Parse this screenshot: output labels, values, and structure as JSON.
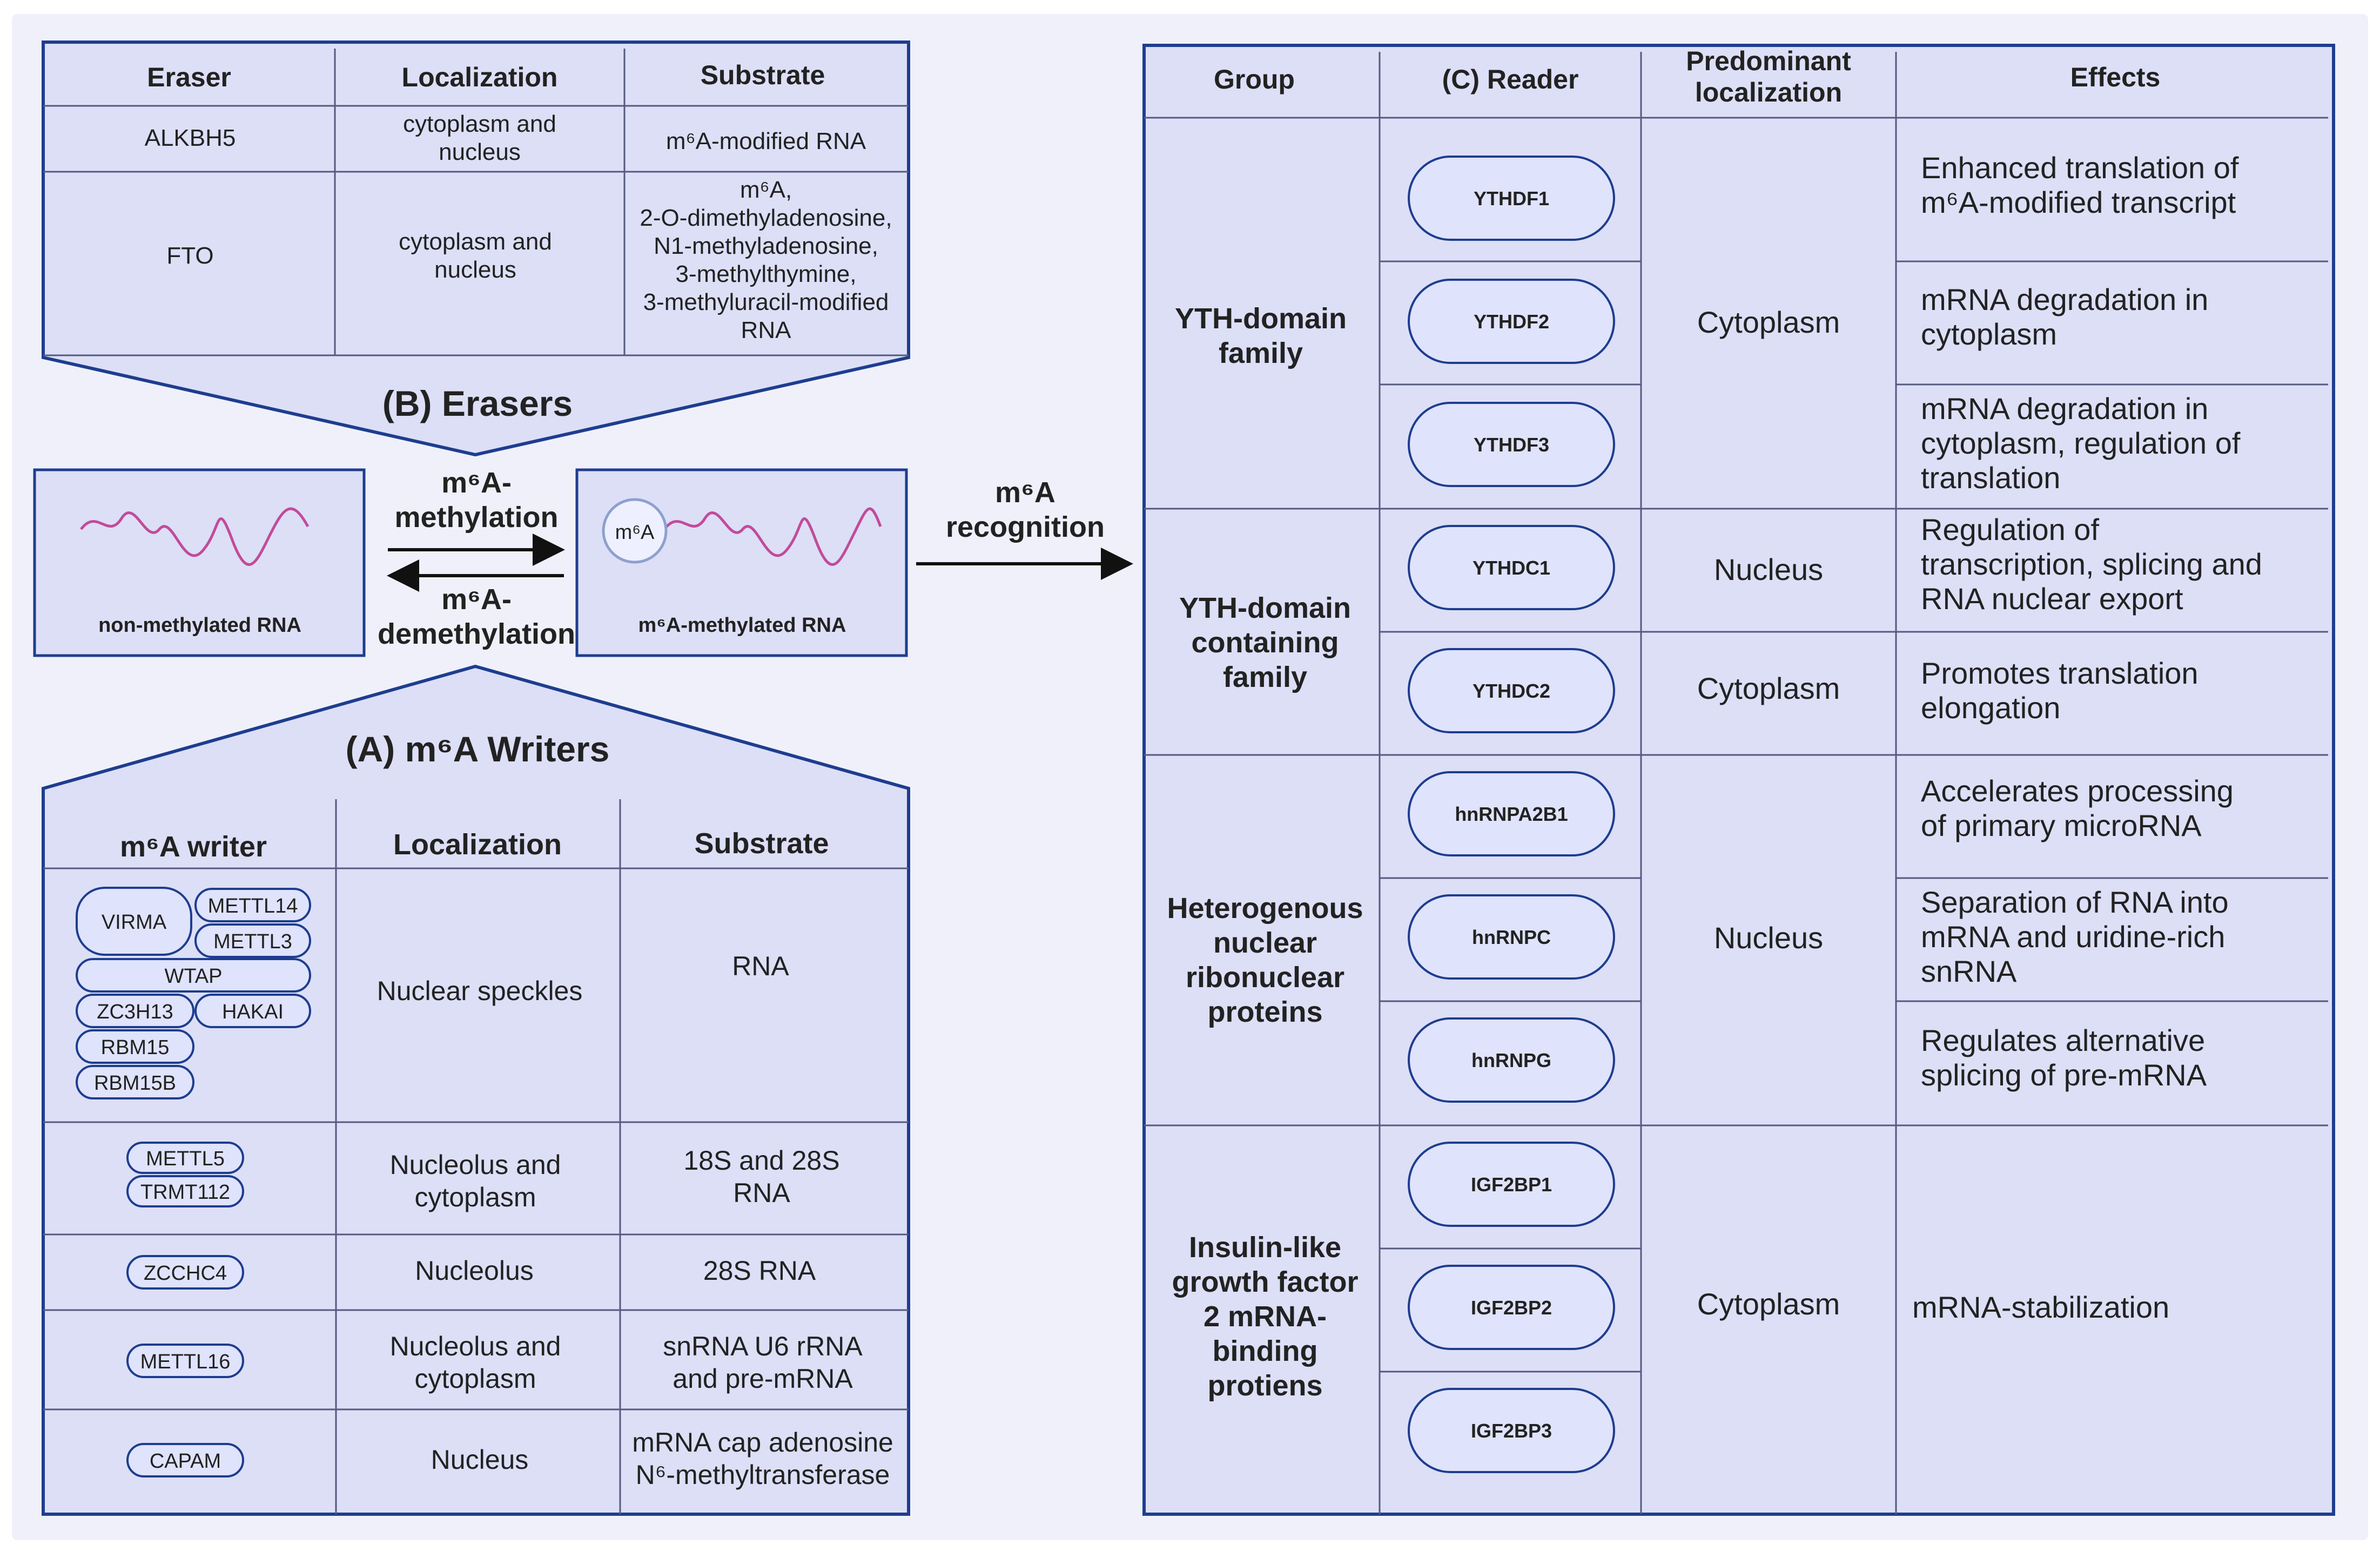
{
  "erasers": {
    "title": "(B) Erasers",
    "columns": [
      "Eraser",
      "Localization",
      "Substrate"
    ],
    "rows": [
      {
        "eraser": "ALKBH5",
        "localization": [
          "cytoplasm and",
          "nucleus"
        ],
        "substrate": [
          "m⁶A-modified RNA"
        ]
      },
      {
        "eraser": "FTO",
        "localization": [
          "cytoplasm and",
          "nucleus"
        ],
        "substrate": [
          "m⁶A,",
          "2-O-dimethyladenosine,",
          "N1-methyladenosine,",
          "3-methylthymine,",
          "3-methyluracil-modified",
          "RNA"
        ]
      }
    ]
  },
  "process": {
    "unmethylated_label": "non-methylated RNA",
    "methylated_label": "m⁶A-methylated RNA",
    "m6a_badge": "m⁶A",
    "methylation_label": [
      "m⁶A-",
      "methylation"
    ],
    "demethylation_label": [
      "m⁶A-",
      "demethylation"
    ],
    "recognition_label": [
      "m⁶A",
      "recognition"
    ]
  },
  "writers": {
    "title": "(A) m⁶A Writers",
    "columns": [
      "m⁶A writer",
      "Localization",
      "Substrate"
    ],
    "rows": [
      {
        "complex": [
          "VIRMA",
          "METTL14",
          "METTL3",
          "WTAP",
          "ZC3H13",
          "HAKAI",
          "RBM15",
          "RBM15B"
        ],
        "localization": [
          "Nuclear speckles"
        ],
        "substrate": [
          "RNA"
        ]
      },
      {
        "complex": [
          "METTL5",
          "TRMT112"
        ],
        "localization": [
          "Nucleolus and",
          "cytoplasm"
        ],
        "substrate": [
          "18S and 28S",
          "RNA"
        ]
      },
      {
        "complex": [
          "ZCCHC4"
        ],
        "localization": [
          "Nucleolus"
        ],
        "substrate": [
          "28S RNA"
        ]
      },
      {
        "complex": [
          "METTL16"
        ],
        "localization": [
          "Nucleolus and",
          "cytoplasm"
        ],
        "substrate": [
          "snRNA U6 rRNA",
          "and pre-mRNA"
        ]
      },
      {
        "complex": [
          "CAPAM"
        ],
        "localization": [
          "Nucleus"
        ],
        "substrate": [
          "mRNA cap adenosine",
          "N⁶-methyltransferase"
        ]
      }
    ]
  },
  "readers": {
    "columns": [
      "Group",
      "(C) Reader",
      [
        "Predominant",
        "localization"
      ],
      "Effects"
    ],
    "groups": [
      {
        "name": [
          "YTH-domain",
          "family"
        ]
      },
      {
        "name": [
          "YTH-domain",
          "containing",
          "family"
        ]
      },
      {
        "name": [
          "Heterogenous",
          "nuclear",
          "ribonuclear",
          "proteins"
        ]
      },
      {
        "name": [
          "Insulin-like",
          "growth factor",
          "2 mRNA-",
          "binding",
          "protiens"
        ]
      }
    ],
    "readers": [
      "YTHDF1",
      "YTHDF2",
      "YTHDF3",
      "YTHDC1",
      "YTHDC2",
      "hnRNPA2B1",
      "hnRNPC",
      "hnRNPG",
      "IGF2BP1",
      "IGF2BP2",
      "IGF2BP3"
    ],
    "localizations": [
      "Cytoplasm",
      "Nucleus",
      "Cytoplasm",
      "Nucleus",
      "Cytoplasm"
    ],
    "effects": [
      [
        "Enhanced translation of",
        "m⁶A-modified transcript"
      ],
      [
        "mRNA degradation in",
        "cytoplasm"
      ],
      [
        "mRNA degradation in",
        "cytoplasm, regulation of",
        "translation"
      ],
      [
        "Regulation of",
        "transcription, splicing and",
        "RNA nuclear export"
      ],
      [
        "Promotes translation",
        "elongation"
      ],
      [
        "Accelerates processing",
        "of primary microRNA"
      ],
      [
        "Separation of RNA into",
        "mRNA and uridine-rich",
        "snRNA"
      ],
      [
        "Regulates alternative",
        "splicing of pre-mRNA"
      ],
      [
        "mRNA-stabilization"
      ]
    ]
  },
  "colors": {
    "background": "#ffffff",
    "outer_panel": "#eff0fa",
    "table_fill": "#dcdff6",
    "border": "#1e3d8f",
    "divider": "#2a2a4a",
    "rna_curve": "#c24b9a",
    "text": "#222222"
  }
}
